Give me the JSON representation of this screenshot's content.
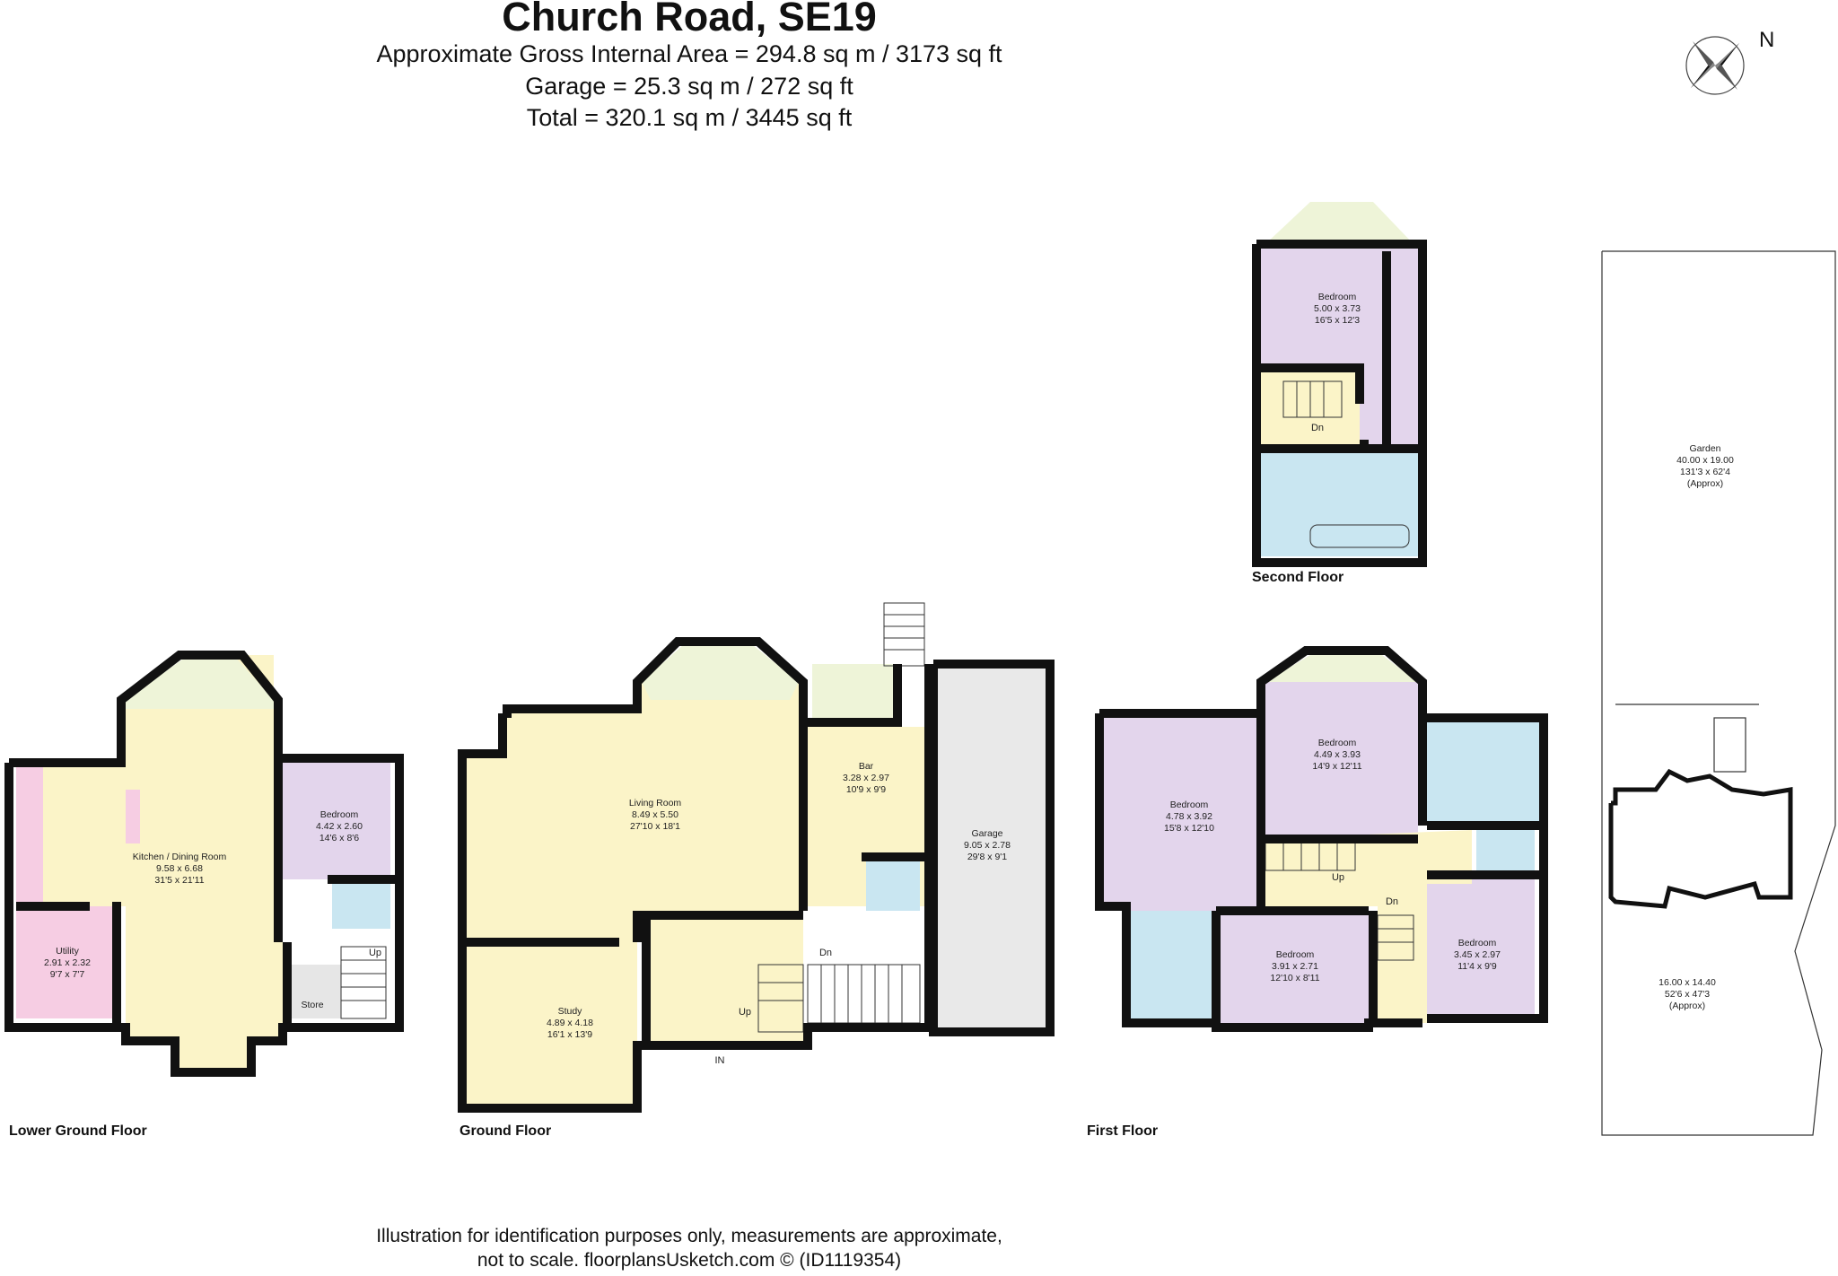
{
  "header": {
    "title": "Church Road, SE19",
    "gross_area": "Approximate Gross Internal Area = 294.8 sq m / 3173 sq ft",
    "garage_area": "Garage = 25.3 sq m / 272 sq ft",
    "total_area": "Total = 320.1 sq m / 3445 sq ft"
  },
  "compass": {
    "label": "N"
  },
  "colors": {
    "wall": "#111111",
    "living": "#fbf4c8",
    "bedroom": "#e3d5ec",
    "bathroom": "#c9e6f1",
    "kitchen": "#f6cde3",
    "garage": "#e9e9e9",
    "store": "#e6e6e6",
    "bay_glass": "#eef4d8"
  },
  "floors": {
    "lower_ground": {
      "label": "Lower Ground Floor",
      "rooms": [
        {
          "name": "Kitchen / Dining Room",
          "metric": "9.58 x 6.68",
          "imperial": "31'5 x 21'11"
        },
        {
          "name": "Bedroom",
          "metric": "4.42 x 2.60",
          "imperial": "14'6 x 8'6"
        },
        {
          "name": "Utility",
          "metric": "2.91 x 2.32",
          "imperial": "9'7 x 7'7"
        },
        {
          "name": "Store"
        }
      ],
      "stair_label": "Up"
    },
    "ground": {
      "label": "Ground Floor",
      "rooms": [
        {
          "name": "Living Room",
          "metric": "8.49 x 5.50",
          "imperial": "27'10 x 18'1"
        },
        {
          "name": "Bar",
          "metric": "3.28 x 2.97",
          "imperial": "10'9 x 9'9"
        },
        {
          "name": "Garage",
          "metric": "9.05 x 2.78",
          "imperial": "29'8 x 9'1"
        },
        {
          "name": "Study",
          "metric": "4.89 x 4.18",
          "imperial": "16'1 x 13'9"
        }
      ],
      "stair_down": "Dn",
      "stair_up": "Up",
      "entrance": "IN"
    },
    "first": {
      "label": "First Floor",
      "rooms": [
        {
          "name": "Bedroom",
          "metric": "4.78 x 3.92",
          "imperial": "15'8 x 12'10"
        },
        {
          "name": "Bedroom",
          "metric": "4.49 x 3.93",
          "imperial": "14'9 x 12'11"
        },
        {
          "name": "Bedroom",
          "metric": "3.91 x 2.71",
          "imperial": "12'10 x 8'11"
        },
        {
          "name": "Bedroom",
          "metric": "3.45 x 2.97",
          "imperial": "11'4 x 9'9"
        }
      ],
      "stair_up": "Up",
      "stair_down": "Dn"
    },
    "second": {
      "label": "Second Floor",
      "rooms": [
        {
          "name": "Bedroom",
          "metric": "5.00 x 3.73",
          "imperial": "16'5 x 12'3"
        }
      ],
      "stair_down": "Dn"
    }
  },
  "site": {
    "garden": {
      "name": "Garden",
      "metric": "40.00 x 19.00",
      "imperial": "131'3 x 62'4",
      "note": "(Approx)"
    },
    "front": {
      "metric": "16.00 x 14.40",
      "imperial": "52'6 x 47'3",
      "note": "(Approx)"
    }
  },
  "footer": {
    "line1": "Illustration for identification purposes only, measurements are approximate,",
    "line2": "not to scale. floorplansUsketch.com © (ID1119354)"
  }
}
